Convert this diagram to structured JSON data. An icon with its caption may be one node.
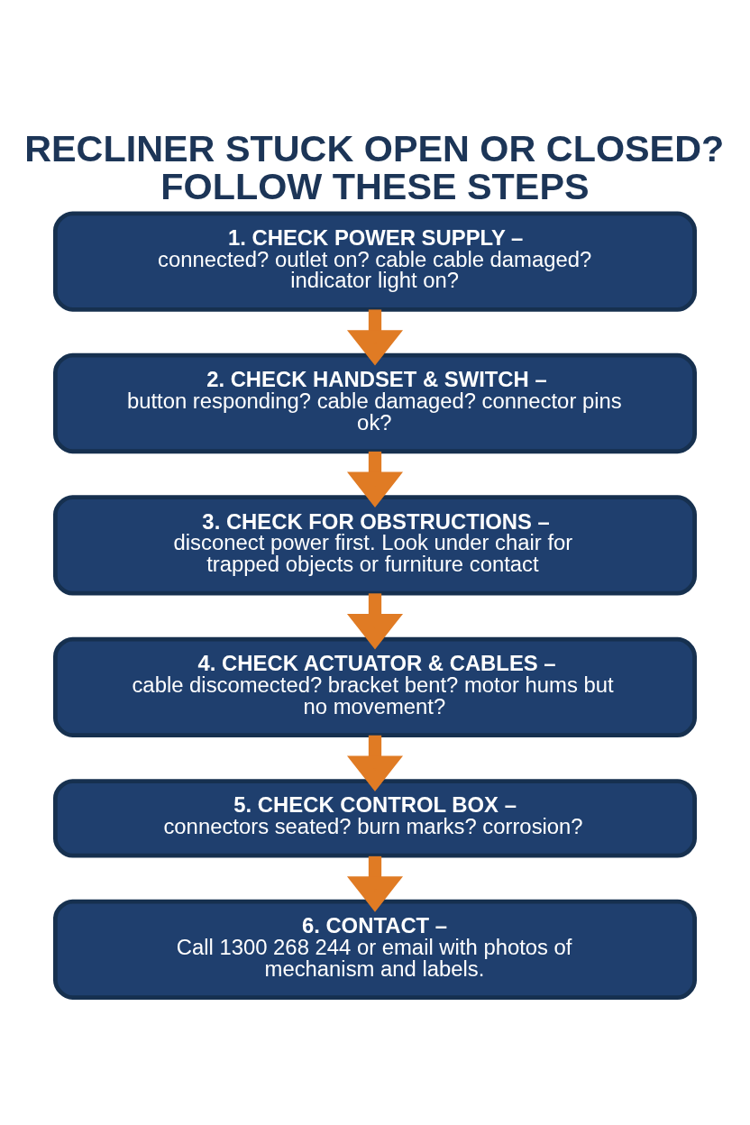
{
  "diagram": {
    "title": "RECLINER STUCK OPEN OR CLOSED? FOLLOW THESE STEPS",
    "nodes": [
      {
        "text": [
          "1. CHECK POWER SUPPLY –",
          "connected? outlet on? cable cable damaged? indicator light on?"
        ]
      },
      {
        "text": [
          "2. CHECK HANDSET & SWITCH –",
          "button responding? cable damaged? connector pins ok?"
        ]
      },
      {
        "text": [
          "3. CHECK FOR OBSTRUCTIONS –",
          "disconect power first. Look under chair for trapped objects or furniture contact"
        ]
      },
      {
        "text": [
          "4. CHECK ACTUATOR & CABLES –",
          "cable discomected? bracket bent? motor hums but no movement?"
        ]
      },
      {
        "text": [
          "5. CHECK CONTROL BOX –",
          "connectors seated? burn marks? corrosion?"
        ]
      },
      {
        "text": [
          "6. CONTACT –",
          "Call 1300 268 244 or email with photos of mechanism and labels."
        ]
      }
    ],
    "edges": [
      {
        "from": 0,
        "to": 1,
        "arrow": "to"
      },
      {
        "from": 1,
        "to": 2,
        "arrow": "to"
      },
      {
        "from": 2,
        "to": 3,
        "arrow": "to"
      },
      {
        "from": 3,
        "to": 4,
        "arrow": "to"
      },
      {
        "from": 4,
        "to": 5,
        "arrow": "to"
      }
    ]
  }
}
